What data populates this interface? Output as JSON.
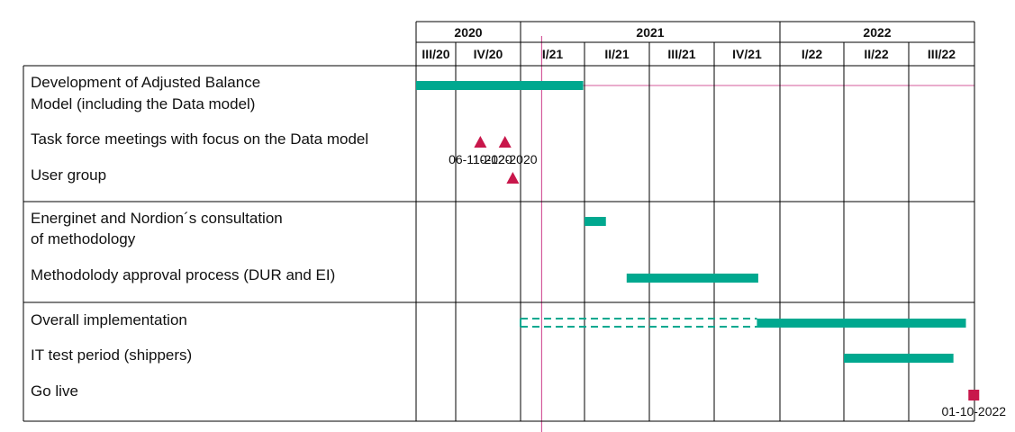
{
  "years": [
    {
      "label": "2020",
      "span": [
        0,
        2
      ]
    },
    {
      "label": "2021",
      "span": [
        2,
        6
      ]
    },
    {
      "label": "2022",
      "span": [
        6,
        9
      ]
    }
  ],
  "quarters": [
    "III/20",
    "IV/20",
    "I/21",
    "II/21",
    "III/21",
    "IV/21",
    "I/22",
    "II/22",
    "III/22"
  ],
  "tasks": [
    {
      "label_lines": [
        "Development of Adjusted Balance",
        "Model (including the Data model)"
      ]
    },
    {
      "label_lines": [
        "Task force meetings with focus on the Data model"
      ]
    },
    {
      "label_lines": [
        "User group"
      ]
    },
    {
      "label_lines": [
        "Energinet and Nordion´s consultation",
        "of methodology"
      ]
    },
    {
      "label_lines": [
        "Methodolody approval process (DUR and EI)"
      ]
    },
    {
      "label_lines": [
        "Overall implementation"
      ]
    },
    {
      "label_lines": [
        "IT test period (shippers)"
      ]
    },
    {
      "label_lines": [
        "Go live"
      ]
    }
  ],
  "bars": [
    {
      "task": 0,
      "start": 0.0,
      "end": 2.98,
      "style": "solid"
    },
    {
      "task": 3,
      "start": 3.0,
      "end": 3.33,
      "style": "solid"
    },
    {
      "task": 4,
      "start": 3.65,
      "end": 5.67,
      "style": "solid"
    },
    {
      "task": 5,
      "start": 2.0,
      "end": 5.65,
      "style": "dashed"
    },
    {
      "task": 5,
      "start": 5.65,
      "end": 8.87,
      "style": "solid"
    },
    {
      "task": 6,
      "start": 7.0,
      "end": 8.68,
      "style": "solid"
    }
  ],
  "milestones": [
    {
      "task": 1,
      "at": 1.38,
      "shape": "triangle",
      "label": "06-11-2020"
    },
    {
      "task": 1,
      "at": 1.76,
      "shape": "triangle",
      "label": "10-12-2020"
    },
    {
      "task": 2,
      "at": 1.88,
      "shape": "triangle",
      "label": ""
    },
    {
      "task": 7,
      "at": 8.99,
      "shape": "square",
      "label": "01-10-2022"
    }
  ],
  "today_at": 2.33,
  "colors": {
    "bar": "#00a88f",
    "milestone": "#c8174b",
    "today_line": "#d4599a",
    "grid": "#000000",
    "text": "#111111"
  }
}
